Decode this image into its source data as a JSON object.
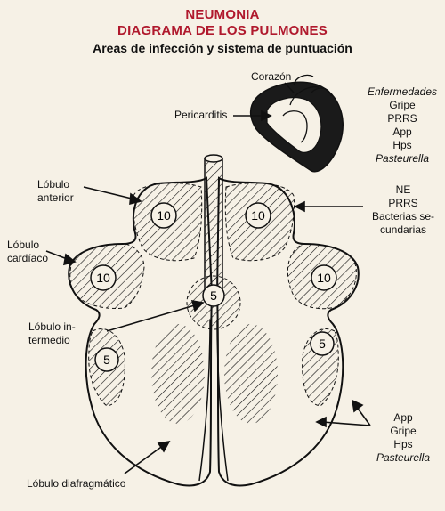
{
  "title_line1": "NEUMONIA",
  "title_line2": "DIAGRAMA DE LOS PULMONES",
  "subtitle": "Areas de infección y sistema de puntuación",
  "labels": {
    "corazon": "Corazón",
    "pericarditis": "Pericarditis",
    "lobulo_anterior": [
      "Lóbulo",
      "anterior"
    ],
    "lobulo_cardiaco": [
      "Lóbulo",
      "cardíaco"
    ],
    "lobulo_intermedio": [
      "Lóbulo in-",
      "termedio"
    ],
    "lobulo_diafragmatico": "Lóbulo diafragmático"
  },
  "lists": {
    "heart_diseases": [
      {
        "text": "Enfermedades",
        "italic": true
      },
      {
        "text": "Gripe",
        "italic": false
      },
      {
        "text": "PRRS",
        "italic": false
      },
      {
        "text": "App",
        "italic": false
      },
      {
        "text": "Hps",
        "italic": false
      },
      {
        "text": "Pasteurella",
        "italic": true
      }
    ],
    "anterior_diseases": [
      {
        "text": "NE",
        "italic": false
      },
      {
        "text": "PRRS",
        "italic": false
      },
      {
        "text": "Bacterias se-",
        "italic": false
      },
      {
        "text": "cundarias",
        "italic": false
      }
    ],
    "diaphragm_diseases": [
      {
        "text": "App",
        "italic": false
      },
      {
        "text": "Gripe",
        "italic": false
      },
      {
        "text": "Hps",
        "italic": false
      },
      {
        "text": "Pasteurella",
        "italic": true
      }
    ]
  },
  "scores": {
    "anterior_left": "10",
    "anterior_right": "10",
    "cardiac_left": "10",
    "cardiac_right": "10",
    "intermediate": "5",
    "diaphragm_left": "5",
    "diaphragm_right": "5"
  },
  "colors": {
    "title": "#b0192d",
    "paper": "#f6f1e6",
    "ink": "#111111"
  }
}
